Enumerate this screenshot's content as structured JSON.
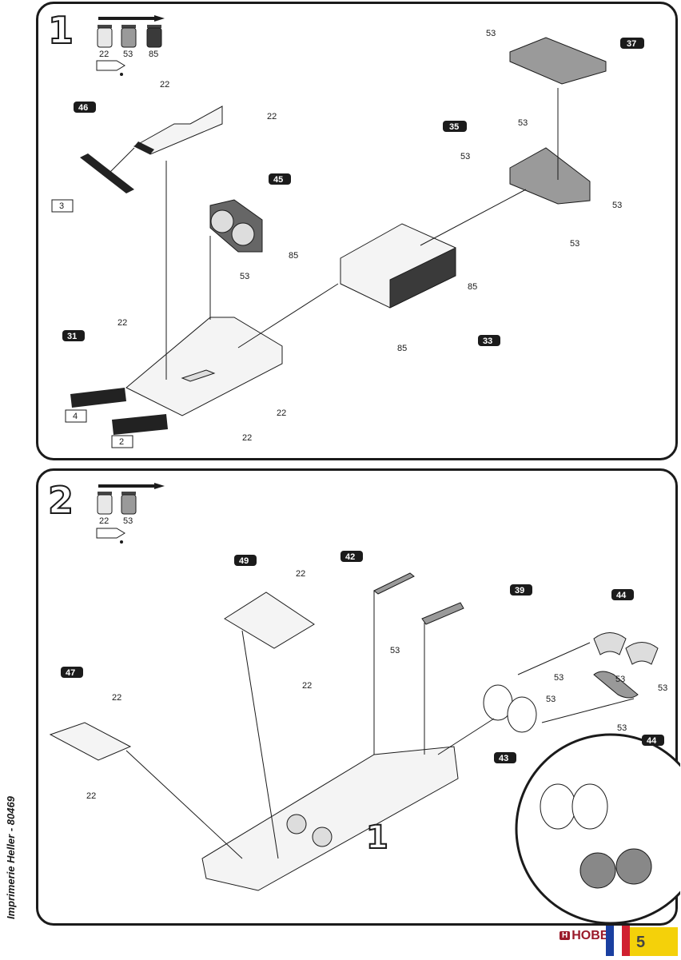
{
  "step1": {
    "number": "1",
    "paints": [
      "22",
      "53",
      "85"
    ],
    "pills": [
      "37",
      "46",
      "35",
      "45",
      "31",
      "33"
    ],
    "refs": [
      "3",
      "4",
      "2"
    ],
    "labels": [
      "53",
      "53",
      "22",
      "22",
      "53",
      "53",
      "53",
      "53",
      "85",
      "85",
      "85",
      "22",
      "22",
      "22"
    ]
  },
  "step2": {
    "number": "2",
    "paints": [
      "22",
      "53"
    ],
    "pills": [
      "49",
      "42",
      "39",
      "44",
      "47",
      "43",
      "44"
    ],
    "labels": [
      "22",
      "53",
      "22",
      "53",
      "53",
      "53",
      "22",
      "53",
      "53",
      "22"
    ],
    "assembly_ref": "1"
  },
  "footer": {
    "printer": "Imprimerie Heller - 80469",
    "brand_mark": "H",
    "brand_name": "HOBBY SEARCH",
    "page": "5"
  },
  "colors": {
    "outline": "#1b1b1b",
    "pill": "#1b1b1b",
    "paint22": "#e8e8e8",
    "paint53": "#9a9a9a",
    "paint85": "#3a3a3a"
  }
}
